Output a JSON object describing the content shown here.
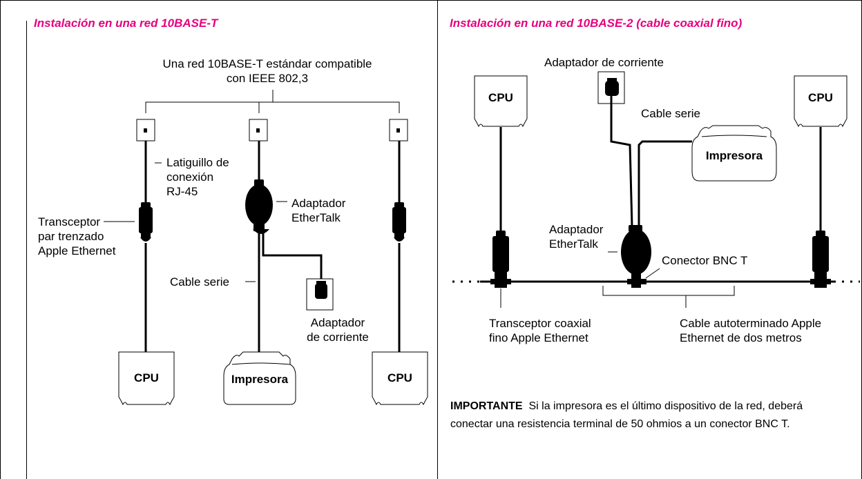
{
  "left_panel": {
    "title": "Instalación en una red 10BASE-T",
    "network_label": [
      "Una red 10BASE-T estándar compatible",
      "con IEEE 802,3"
    ],
    "patch_cable_label": [
      "Latiguillo de",
      "conexión",
      "RJ-45"
    ],
    "transceiver_label": [
      "Transceptor",
      "par trenzado",
      "Apple Ethernet"
    ],
    "ethertalk_label": [
      "Adaptador",
      "EtherTalk"
    ],
    "serial_cable_label": "Cable serie",
    "power_adapter_label": [
      "Adaptador",
      "de corriente"
    ],
    "cpu_left": "CPU",
    "printer": "Impresora",
    "cpu_right": "CPU"
  },
  "right_panel": {
    "title": "Instalación en una red 10BASE-2 (cable coaxial fino)",
    "power_adapter_label": "Adaptador de corriente",
    "serial_cable_label": "Cable serie",
    "cpu_left": "CPU",
    "cpu_right": "CPU",
    "printer": "Impresora",
    "ethertalk_label": [
      "Adaptador",
      "EtherTalk"
    ],
    "bnc_label": "Conector BNC T",
    "coax_transceiver_label": [
      "Transceptor coaxial",
      "fino Apple Ethernet"
    ],
    "self_terminated_cable_label": [
      "Cable autoterminado Apple",
      "Ethernet de dos metros"
    ],
    "important_heading": "IMPORTANTE",
    "important_text": "Si la impresora es el último dispositivo de la red, deberá conectar una resistencia terminal de 50 ohmios a un conector BNC T."
  },
  "colors": {
    "title": "#e5007e",
    "line": "#000000"
  }
}
